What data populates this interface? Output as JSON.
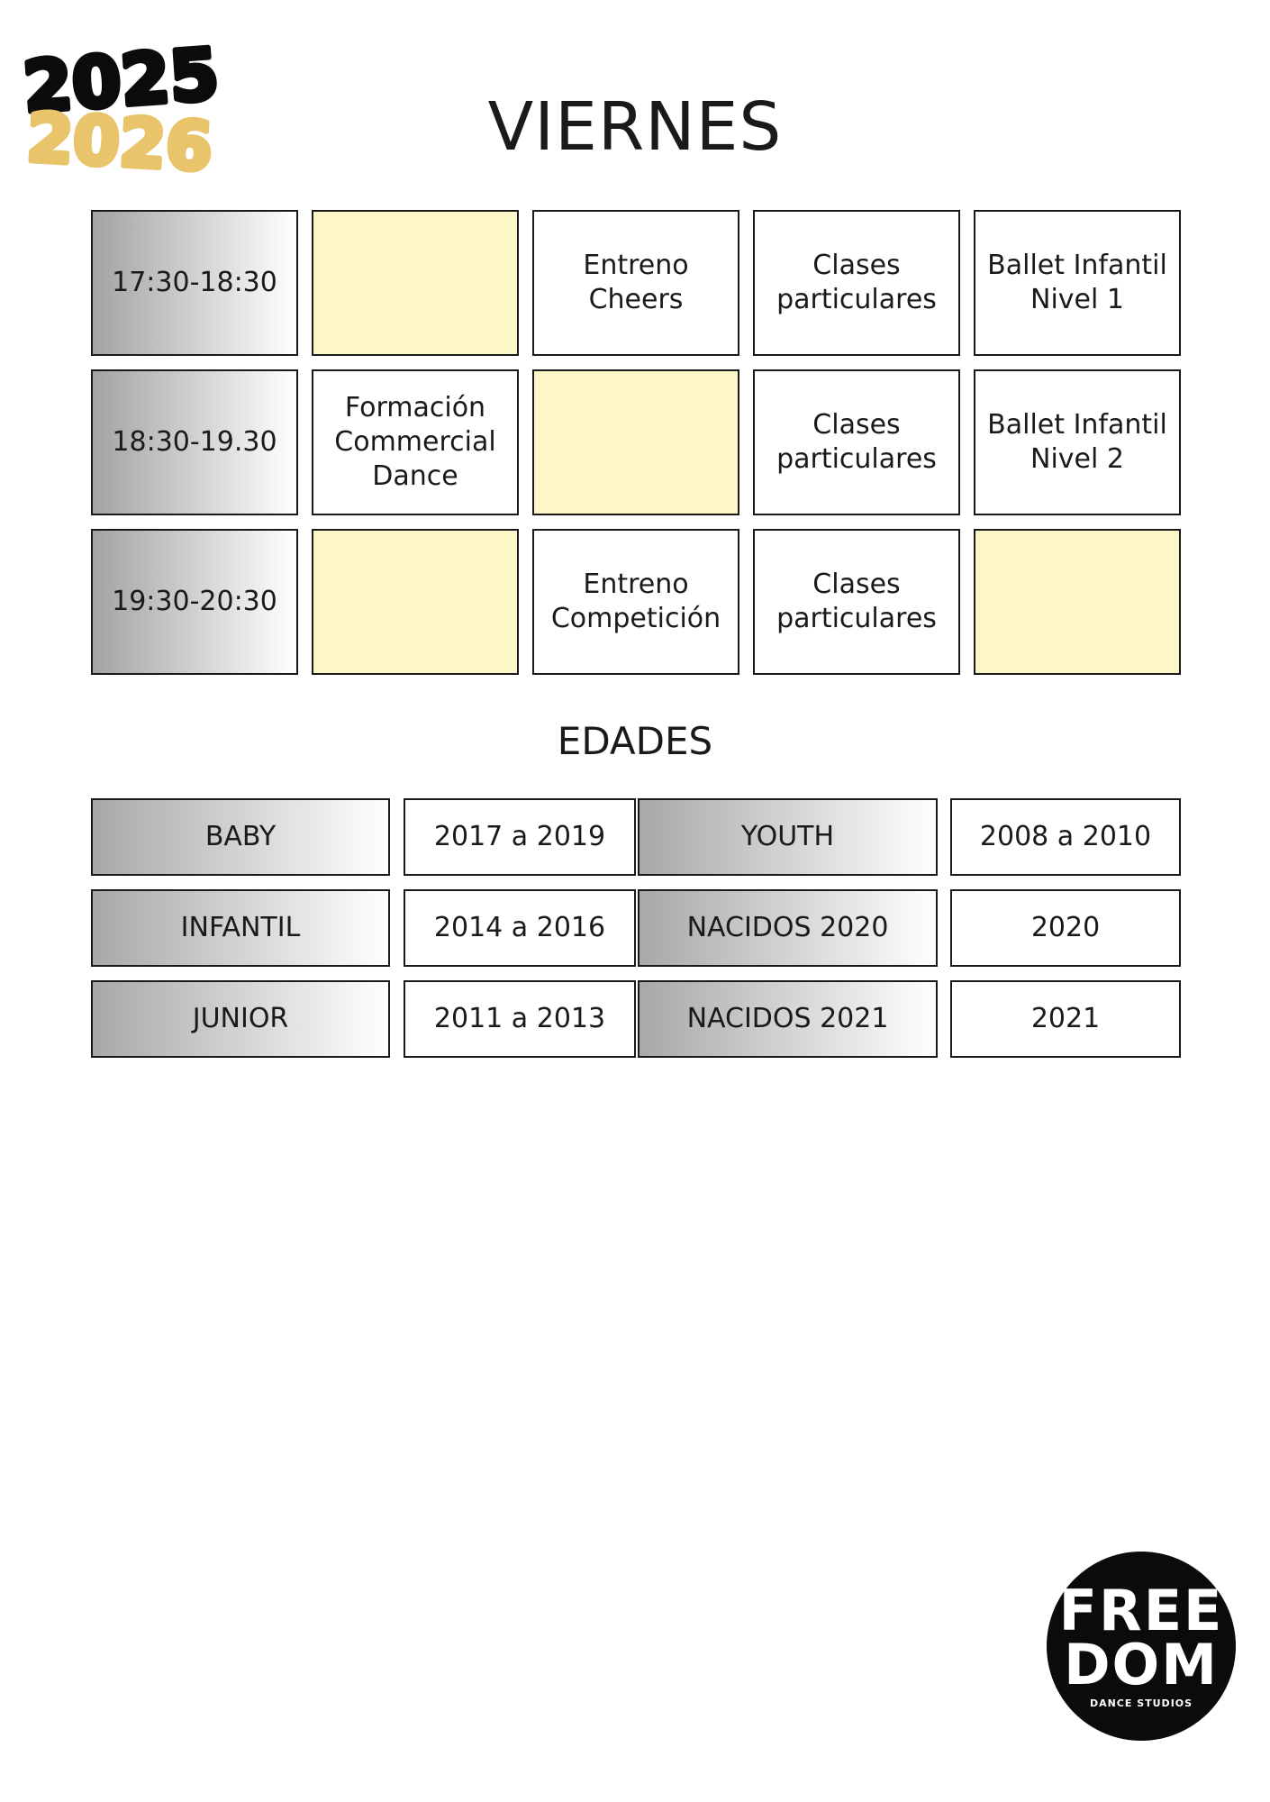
{
  "years_logo": {
    "line1": "2025",
    "line2": "2026",
    "color1": "#0b0b0b",
    "color2": "#e9c46a"
  },
  "page_title": "VIERNES",
  "schedule": {
    "rows": [
      {
        "time": "17:30-18:30",
        "cells": [
          "",
          "Entreno Cheers",
          "Clases particulares",
          "Ballet Infantil Nivel 1"
        ]
      },
      {
        "time": "18:30-19.30",
        "cells": [
          "Formación Commercial Dance",
          "",
          "Clases particulares",
          "Ballet Infantil Nivel 2"
        ]
      },
      {
        "time": "19:30-20:30",
        "cells": [
          "",
          "Entreno Competición",
          "Clases particulares",
          ""
        ]
      }
    ],
    "empty_color": "#fdf7c8"
  },
  "ages": {
    "title": "EDADES",
    "rows": [
      {
        "group_a": "BABY",
        "range_a": "2017 a 2019",
        "group_b": "YOUTH",
        "range_b": "2008 a 2010"
      },
      {
        "group_a": "INFANTIL",
        "range_a": "2014 a 2016",
        "group_b": "NACIDOS 2020",
        "range_b": "2020"
      },
      {
        "group_a": "JUNIOR",
        "range_a": "2011 a 2013",
        "group_b": "NACIDOS 2021",
        "range_b": "2021"
      }
    ]
  },
  "brand_logo": {
    "line1": "FREE",
    "line2": "DOM",
    "subtitle": "DANCE STUDIOS"
  }
}
